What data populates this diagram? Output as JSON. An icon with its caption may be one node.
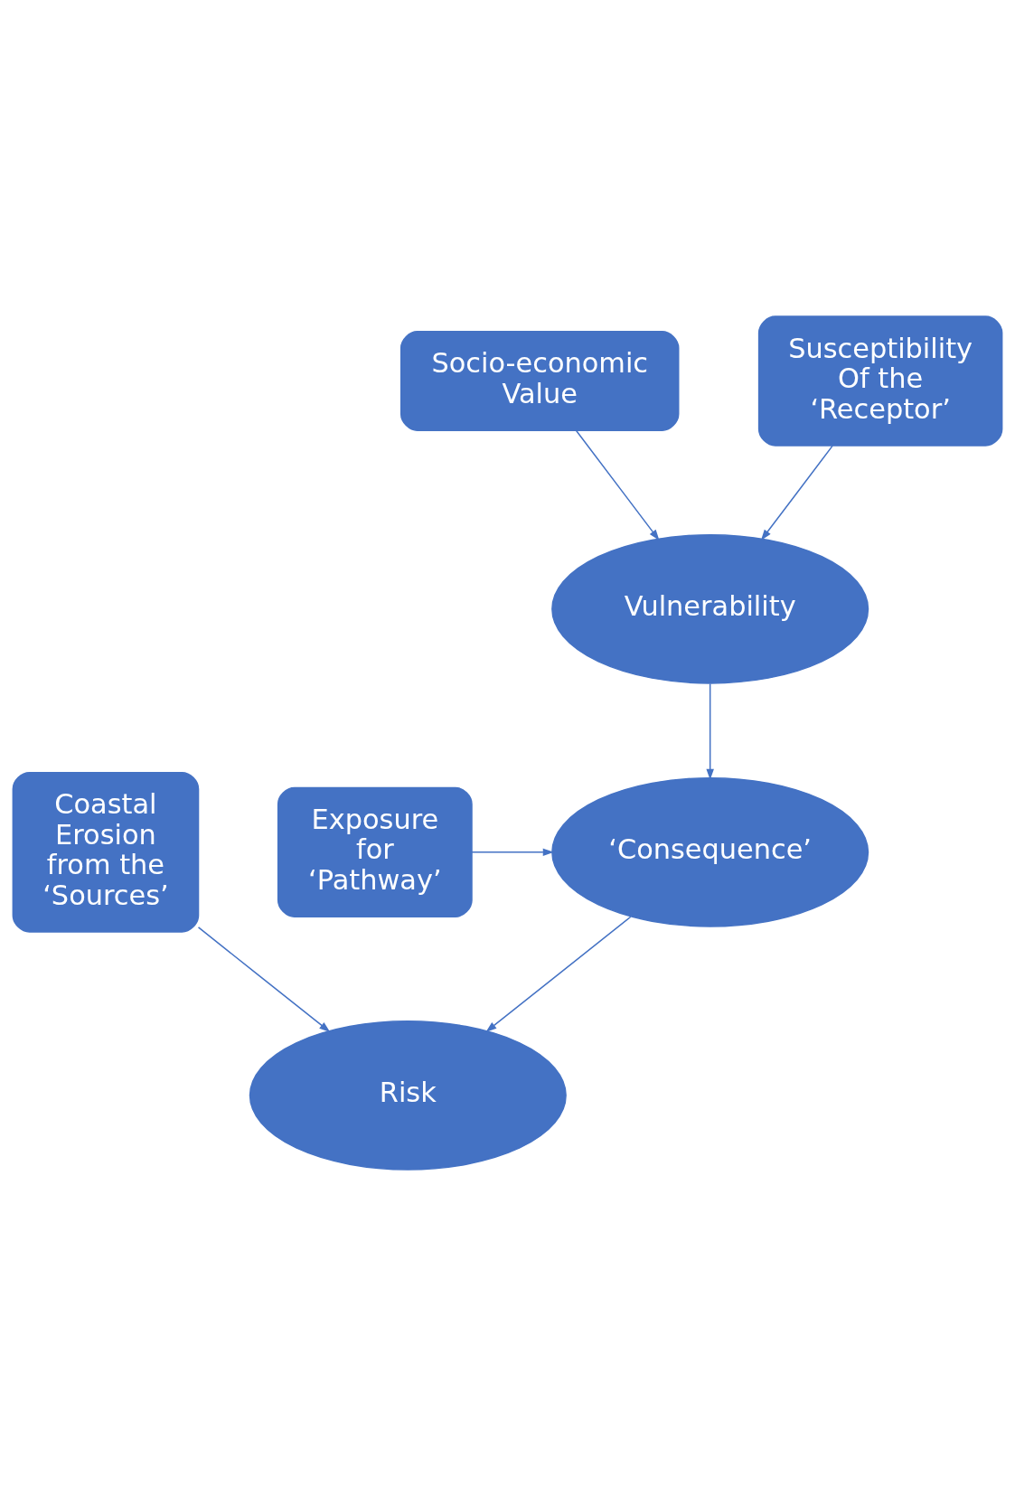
{
  "diagram": {
    "nodes": [
      {
        "text": [
          "Socio-economic Value"
        ]
      },
      {
        "text": [
          "Susceptibility Of the ‘Receptor’"
        ]
      },
      {
        "text": [
          "Vulnerability"
        ]
      },
      {
        "text": [
          "Exposure for ‘Pathway’"
        ]
      },
      {
        "text": [
          "‘Consequence’"
        ]
      },
      {
        "text": [
          "Coastal Erosion from the ‘Sources’"
        ]
      },
      {
        "text": [
          "Risk"
        ]
      }
    ],
    "edges": [
      {
        "from": 0,
        "to": 2,
        "arrow": "to"
      },
      {
        "from": 1,
        "to": 2,
        "arrow": "to"
      },
      {
        "from": 2,
        "to": 4,
        "arrow": "to"
      },
      {
        "from": 3,
        "to": 4,
        "arrow": "to"
      },
      {
        "from": 4,
        "to": 6,
        "arrow": "to"
      },
      {
        "from": 5,
        "to": 6,
        "arrow": "to"
      }
    ]
  }
}
